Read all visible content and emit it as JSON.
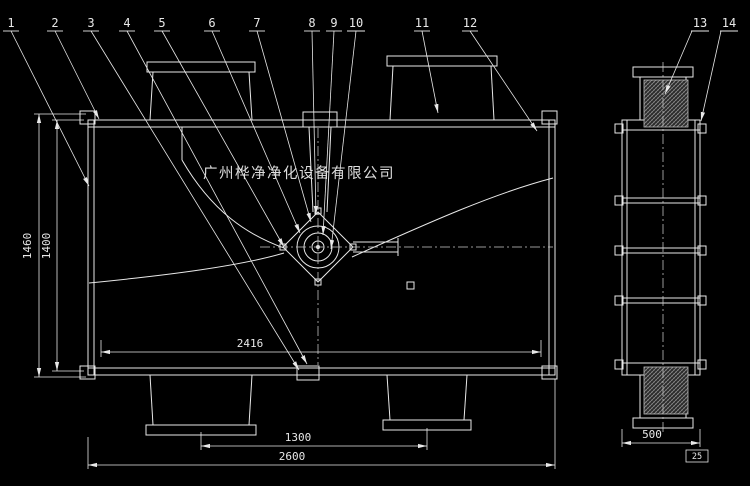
{
  "drawing": {
    "watermark": "广州桦净净化设备有限公司",
    "callouts": [
      "1",
      "2",
      "3",
      "4",
      "5",
      "6",
      "7",
      "8",
      "9",
      "10",
      "11",
      "12",
      "13",
      "14"
    ],
    "dims": {
      "h_outer": "1460",
      "h_inner": "1400",
      "w_inner": "2416",
      "duct_cc": "1300",
      "w_total": "2600",
      "side_w": "500",
      "side_s": "25"
    },
    "colors": {
      "background": "#000000",
      "line": "#e8e8e8",
      "watermark": "#8f8f1e"
    }
  }
}
